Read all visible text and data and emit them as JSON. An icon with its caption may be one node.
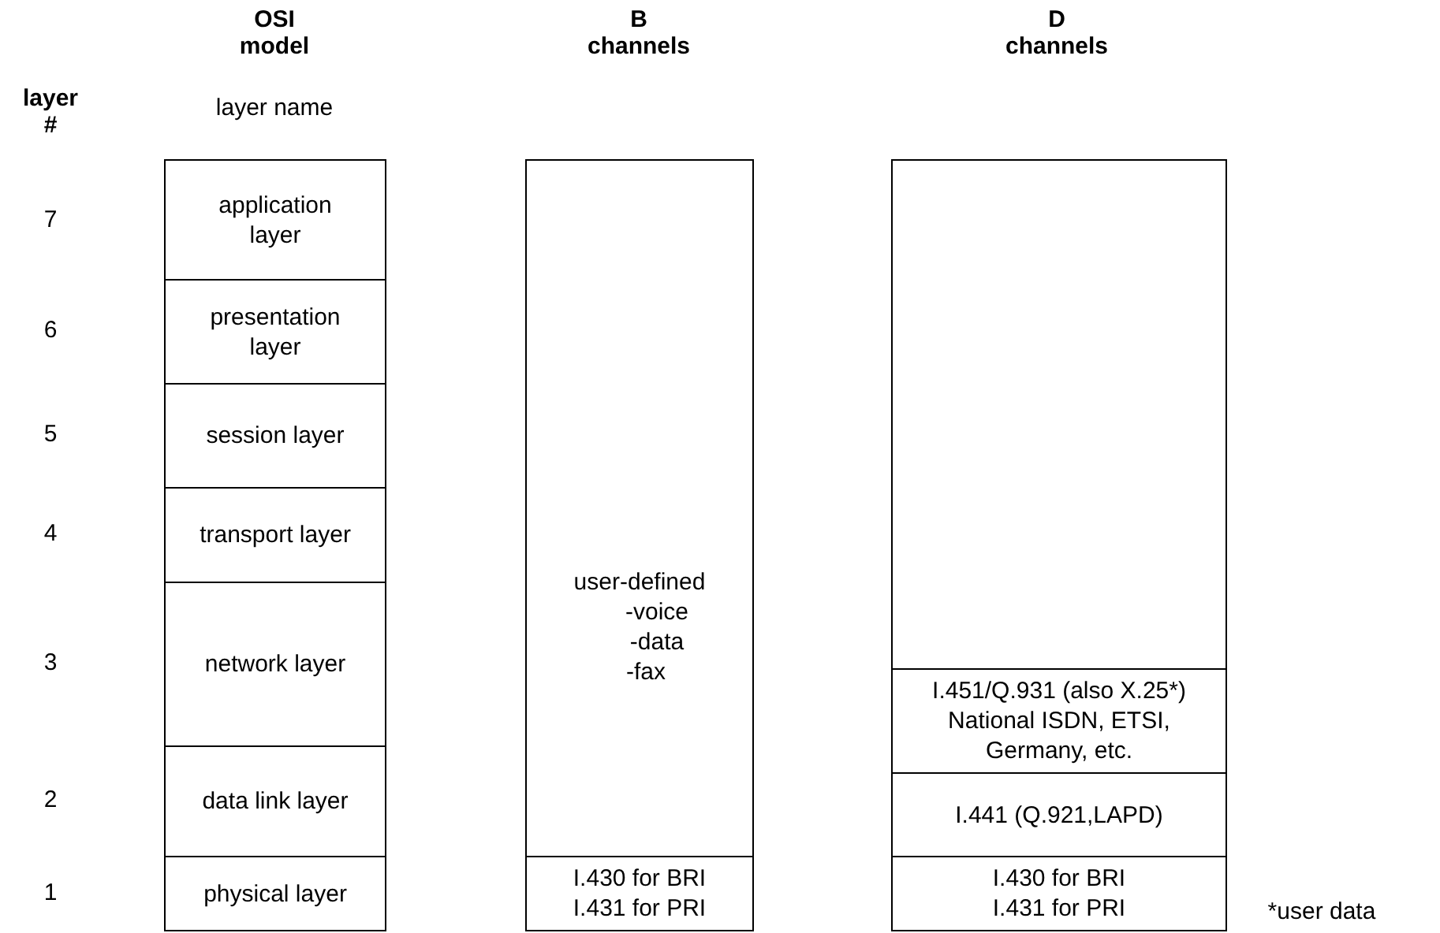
{
  "diagram": {
    "nodes": [
      {
        "text": [
          "application layer"
        ]
      },
      {
        "text": [
          "presentation layer"
        ]
      },
      {
        "text": [
          "session layer"
        ]
      },
      {
        "text": [
          "transport layer"
        ]
      },
      {
        "text": [
          "network layer"
        ]
      },
      {
        "text": [
          "data link layer"
        ]
      },
      {
        "text": [
          "physical layer"
        ]
      },
      {
        "text": [
          "user-defined",
          "-voice",
          "-data",
          "-fax"
        ]
      },
      {
        "text": [
          "I.430 for BRI",
          "I.431 for PRI"
        ]
      },
      {
        "text": [],
        "shape": "box"
      },
      {
        "text": [
          "I.451/Q.931 (also X.25*)",
          "National ISDN, ETSI, Germany, etc."
        ]
      },
      {
        "text": [
          "I.441 (Q.921,LAPD)"
        ]
      },
      {
        "text": [
          "I.430 for BRI",
          "I.431 for PRI"
        ]
      }
    ],
    "labels": [
      "OSI model",
      "B channels",
      "D channels",
      "layer #",
      "layer name",
      "7",
      "6",
      "5",
      "4",
      "3",
      "2",
      "1",
      "*user data"
    ]
  }
}
